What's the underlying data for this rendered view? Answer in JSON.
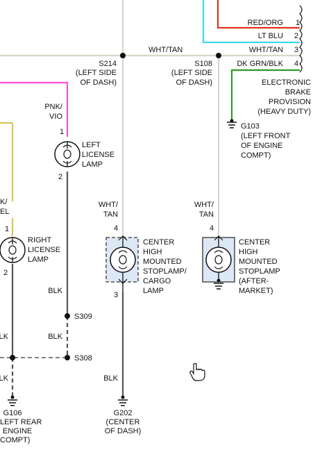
{
  "colors": {
    "wht_tan": "#d8d4c8",
    "red_org": "#e0331f",
    "lt_blu": "#38d8f0",
    "dk_grn_blk": "#2e9a2a",
    "pnk_vio": "#ff4fd0",
    "blk": "#555555",
    "yel": "#d9c65a",
    "lamp_fill": "#dce8f5"
  },
  "connector": {
    "pins": [
      {
        "label": "RED/ORG",
        "num": "1"
      },
      {
        "label": "LT BLU",
        "num": "2"
      },
      {
        "label": "WHT/TAN",
        "num": "3"
      },
      {
        "label": "DK GRN/BLK",
        "num": "4"
      }
    ]
  },
  "bus_label": "WHT/TAN",
  "splices": {
    "s214": {
      "id": "S214",
      "desc1": "(LEFT SIDE",
      "desc2": "OF DASH)"
    },
    "s108": {
      "id": "S108",
      "desc1": "(LEFT SIDE",
      "desc2": "OF DASH)"
    },
    "s309": {
      "id": "S309"
    },
    "s308": {
      "id": "S308"
    }
  },
  "electronic_brake": [
    "ELECTRONIC",
    "BRAKE",
    "PROVISION",
    "(HEAVY DUTY)"
  ],
  "grounds": {
    "g103": {
      "id": "G103",
      "desc": [
        "(LEFT FRONT",
        "OF ENGINE",
        "COMPT)"
      ]
    },
    "g202": {
      "id": "G202",
      "desc": [
        "(CENTER",
        "OF DASH)"
      ]
    },
    "g106": {
      "id": "G106",
      "desc": [
        "LEFT REAR",
        "ENGINE",
        "COMPT)"
      ]
    }
  },
  "left_license": {
    "wire1": "PNK/",
    "wire2": "VIO",
    "pin_top": "1",
    "pin_bot": "2",
    "label": [
      "LEFT",
      "LICENSE",
      "LAMP"
    ]
  },
  "right_license": {
    "wire1": "K/",
    "wire2": "EL",
    "pin_top": "1",
    "pin_bot": "2",
    "label": [
      "RIGHT",
      "LICENSE",
      "LAMP"
    ]
  },
  "chmsl_cargo": {
    "wire1": "WHT/",
    "wire2": "TAN",
    "pin_top": "4",
    "pin_bot": "3",
    "label": [
      "CENTER",
      "HIGH",
      "MOUNTED",
      "STOPLAMP/",
      "CARGO",
      "LAMP"
    ]
  },
  "chmsl_after": {
    "wire1": "WHT/",
    "wire2": "TAN",
    "pin_top": "4",
    "label": [
      "CENTER",
      "HIGH",
      "MOUNTED",
      "STOPLAMP",
      "(AFTER-",
      "MARKET)"
    ]
  },
  "blk_labels": {
    "left_s309": "BLK",
    "left_s308": "BLK",
    "right_top": "BLK",
    "right_bot": "BLK",
    "center": "BLK"
  }
}
